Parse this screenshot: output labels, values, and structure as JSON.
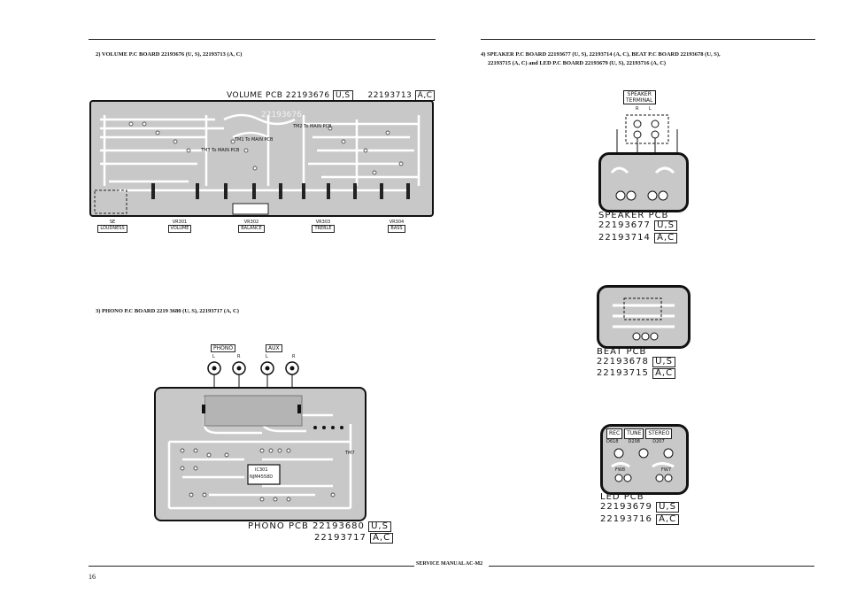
{
  "sections": {
    "volume": {
      "heading": "2) VOLUME P.C BOARD 22193676 (U, S), 22193713 (A, C)",
      "pcb_title": "VOLUME PCB 22193676",
      "pcb_us": "U,S",
      "pcb_alt_code": "22193713",
      "pcb_ac": "A,C",
      "board_number": "22193676",
      "controls": [
        {
          "id": "SE",
          "label": "LOUDNESS"
        },
        {
          "id": "VR301",
          "label": "VOLUME"
        },
        {
          "id": "VR302",
          "label": "BALANCE"
        },
        {
          "id": "VR303",
          "label": "TREBLE"
        },
        {
          "id": "VR304",
          "label": "BASS"
        }
      ],
      "connectors": {
        "tm2": "TM2 To MAIN PCB",
        "tm1": "TM1 To MAIN PCB",
        "tm3": "TM3 To MAIN PCB"
      }
    },
    "phono": {
      "heading": "3) PHONO P.C BOARD 2219 3680 (U, S), 22193717 (A, C)",
      "jack_phono": "PHONO",
      "jack_aux": "AUX",
      "l": "L",
      "r": "R",
      "ic_label": "IC301",
      "ic_part": "NJM4558D",
      "pcb_title": "PHONO PCB 22193680",
      "pcb_us": "U,S",
      "pcb_alt_code": "22193717",
      "pcb_ac": "A,C",
      "tm": "TM7"
    },
    "speaker": {
      "heading_line1": "4) SPEAKER P.C BOARD 22193677 (U, S), 22193714 (A, C), BEAT P.C BOARD 22193678 (U, S),",
      "heading_line2": "22193715 (A, C) and LED P.C BOARD 22193679 (U, S), 22193716 (A, C)",
      "terminal_label_line1": "SPEAKER",
      "terminal_label_line2": "TERMINAL",
      "r": "R",
      "l": "L",
      "pcb_title": "SPEAKER PCB",
      "pcb_code": "22193677",
      "pcb_us": "U,S",
      "pcb_alt_code": "22193714",
      "pcb_ac": "A,C"
    },
    "beat": {
      "pcb_title": "BEAT PCB",
      "pcb_code": "22193678",
      "pcb_us": "U,S",
      "pcb_alt_code": "22193715",
      "pcb_ac": "A,C"
    },
    "led": {
      "labels": [
        "REC",
        "TUNE",
        "STEREO"
      ],
      "diodes": [
        "D618",
        "D208",
        "D207"
      ],
      "fw": [
        "FW8",
        "FW7"
      ],
      "pcb_title": "LED PCB",
      "pcb_code": "22193679",
      "pcb_us": "U,S",
      "pcb_alt_code": "22193716",
      "pcb_ac": "A,C"
    }
  },
  "footer": {
    "manual": "SERVICE MANUAL AC-M2",
    "page_number": "16"
  },
  "colors": {
    "board": "#c8c8c8",
    "trace": "#ffffff",
    "ink": "#111111"
  }
}
